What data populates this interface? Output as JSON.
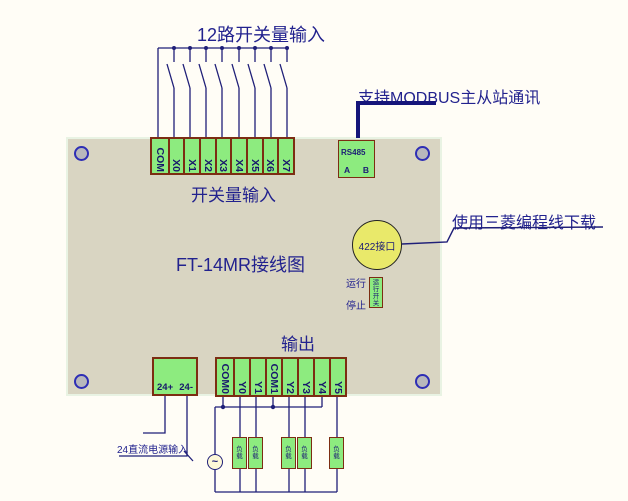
{
  "colors": {
    "background": "#fffdf6",
    "board_beige": "#d9d5c2",
    "terminal_green": "#8deb7f",
    "terminal_border_red": "#7c2d12",
    "wire_navy": "#1f1f78",
    "text_navy": "#22228e",
    "port_422_yellow": "#e9e96a",
    "mounting_hole_gray": "#b8b8bc"
  },
  "annotations": {
    "input_title": "12路开关量输入",
    "modbus": "支持MODBUS主从站通讯",
    "mitsubishi": "使用三菱编程线下载",
    "power_input": "24直流电源输入"
  },
  "board": {
    "title": "FT-14MR接线图",
    "input_section_label": "开关量输入",
    "output_section_label": "输出",
    "run_label": "运行",
    "stop_label": "停止",
    "run_switch_label": "运行开关",
    "port_422": "422接口",
    "rs485": {
      "name": "RS485",
      "pin_a": "A",
      "pin_b": "B"
    },
    "input_terminals": [
      "COM",
      "X0",
      "X1",
      "X2",
      "X3",
      "X4",
      "X5",
      "X6",
      "X7"
    ],
    "output_terminals": [
      "COM0",
      "Y0",
      "Y1",
      "COM1",
      "Y2",
      "Y3",
      "Y4",
      "Y5"
    ],
    "power_terminals": [
      "24+",
      "24-"
    ]
  },
  "loads": [
    "负载",
    "负载",
    "负载",
    "负载",
    "负载"
  ],
  "ac_source_symbol": "~"
}
